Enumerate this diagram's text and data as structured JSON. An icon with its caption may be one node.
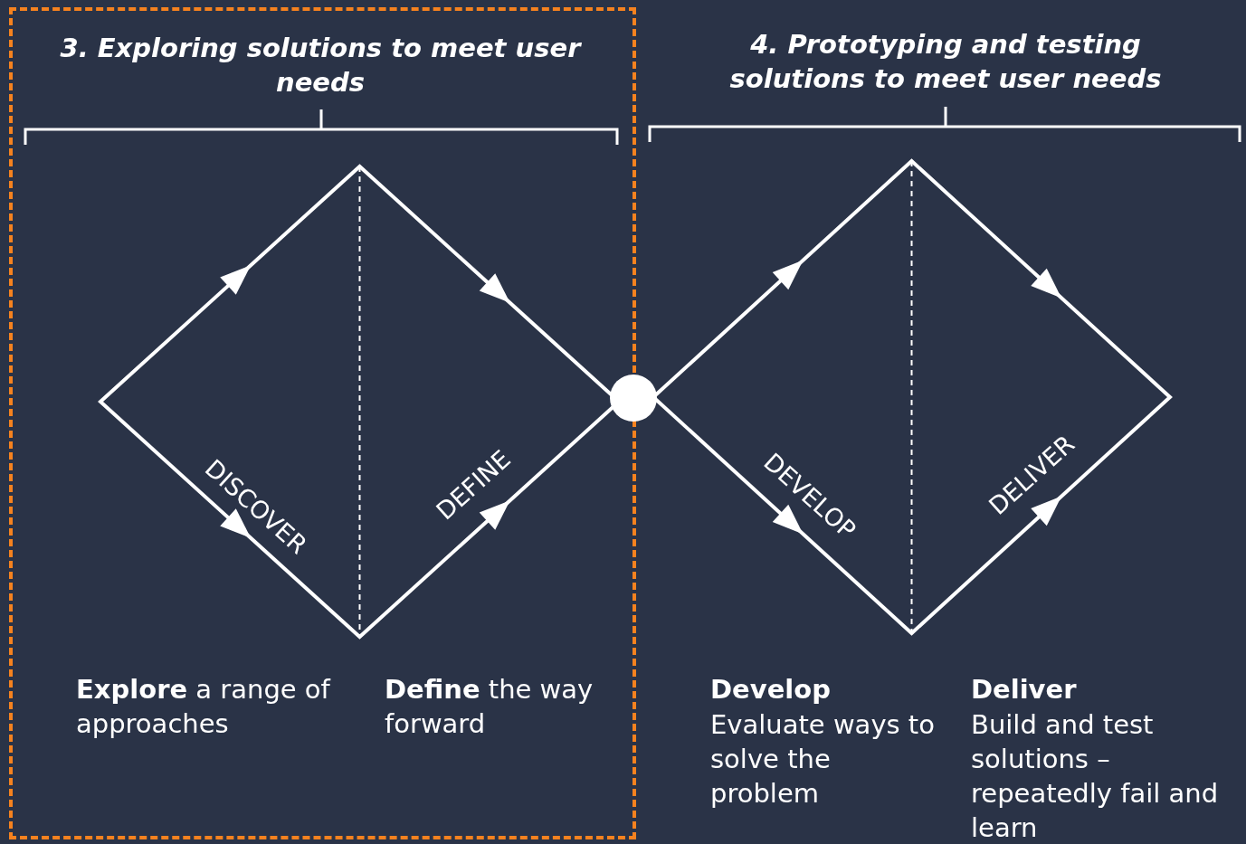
{
  "diagram": {
    "nodes": [
      {
        "text": [
          "3. Exploring solutions to meet user needs"
        ]
      },
      {
        "text": [],
        "shape": "diamond",
        "in": 0
      },
      {
        "text": [],
        "shape": "circle"
      },
      {
        "text": [],
        "shape": "diamond"
      }
    ],
    "labels": [
      "4. Prototyping and testing solutions to meet user needs",
      "DISCOVER",
      "DEFINE",
      "DEVELOP",
      "DELIVER",
      "**Explore** a range of approaches",
      "**Define** the way forward",
      "Develop",
      "Evaluate ways to solve the problem",
      "Deliver",
      "Build and test solutions – repeatedly fail and learn"
    ]
  }
}
